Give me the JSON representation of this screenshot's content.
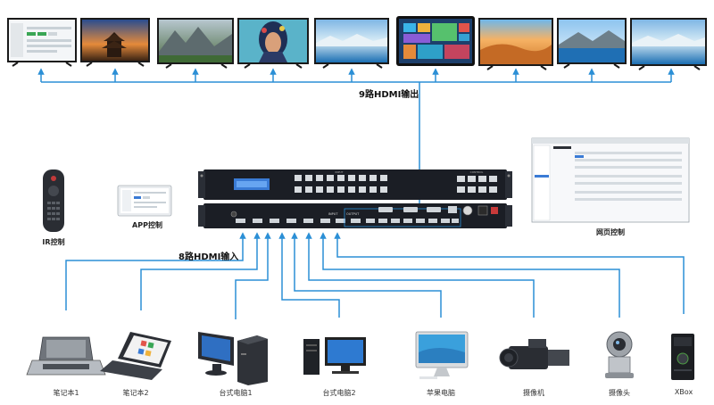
{
  "labels": {
    "output": "9路HDMI输出",
    "input": "8路HDMI输入",
    "ir": "IR控制",
    "app": "APP控制",
    "web": "网页控制"
  },
  "device_panel": {
    "input_tag": "INPUT",
    "output_tag": "OUTPUT",
    "control_tag": "CONTROL"
  },
  "sources": [
    {
      "label": "笔记本1"
    },
    {
      "label": "笔记本2"
    },
    {
      "label": "台式电脑1"
    },
    {
      "label": "台式电脑2"
    },
    {
      "label": "苹果电脑"
    },
    {
      "label": "摄像机"
    },
    {
      "label": "摄像头"
    },
    {
      "label": "XBox"
    }
  ],
  "colors": {
    "line": "#2b8fd6",
    "device": "#1b1e25",
    "accent_blue": "#3a7bd5"
  }
}
